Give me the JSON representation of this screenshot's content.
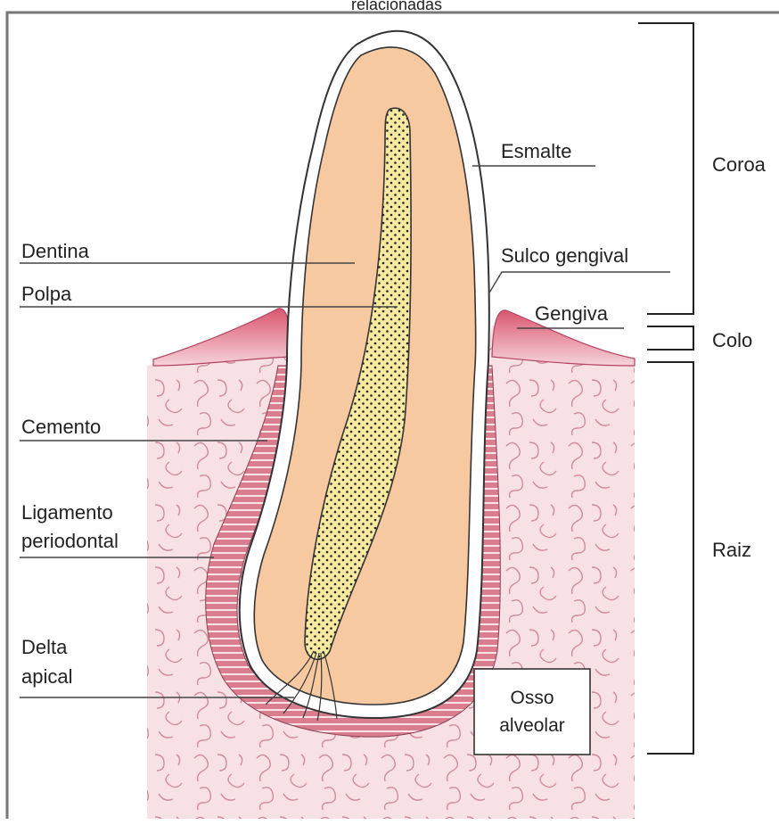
{
  "caption": "relacionadas",
  "labels": {
    "esmalte": "Esmalte",
    "coroa": "Coroa",
    "dentina": "Dentina",
    "sulco": "Sulco gengival",
    "polpa": "Polpa",
    "gengiva": "Gengiva",
    "colo": "Colo",
    "cemento": "Cemento",
    "ligamento_1": "Ligamento",
    "ligamento_2": "periodontal",
    "raiz": "Raiz",
    "delta_1": "Delta",
    "delta_2": "apical",
    "osso_1": "Osso",
    "osso_2": "alveolar"
  },
  "colors": {
    "dentin": "#f7c9a0",
    "pulp": "#f8e9a1",
    "bone": "#f7e1e4",
    "bone_squiggle": "#cf8c98",
    "gum": "#e07a8d",
    "ligament": "#d97d8f",
    "line": "#444444"
  }
}
